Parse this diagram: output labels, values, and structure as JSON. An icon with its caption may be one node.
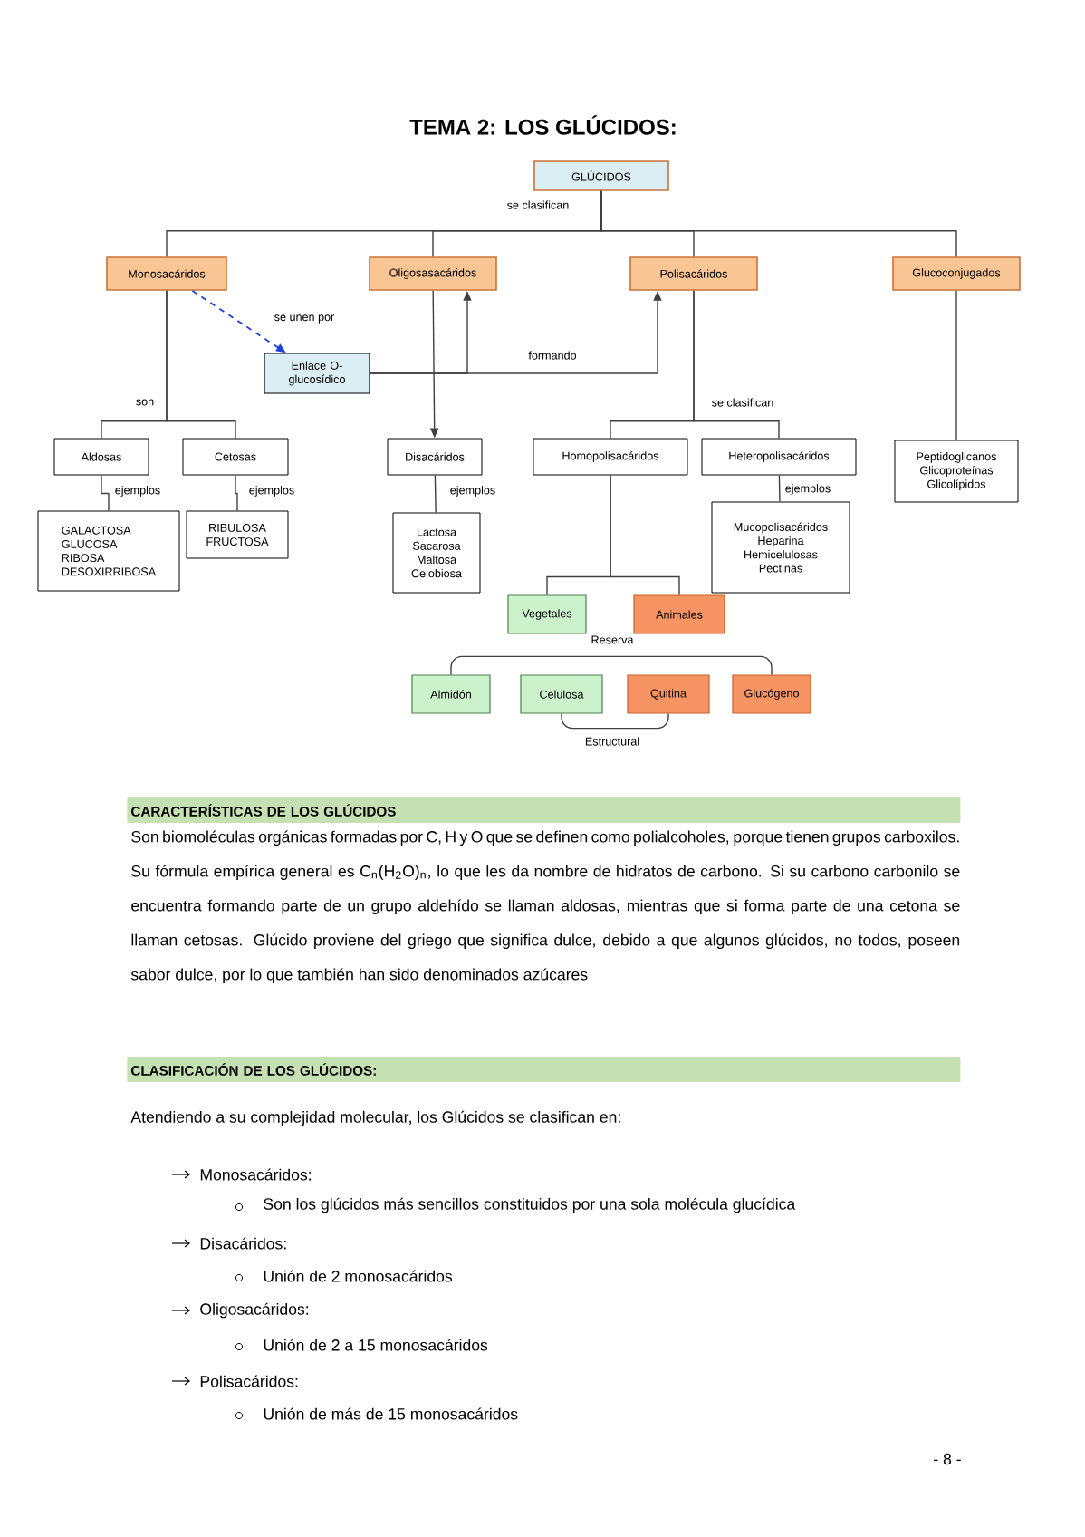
{
  "diagram": {
    "title": "TEMA 2: LOS GLÚCIDOS:",
    "nodes": [
      {
        "text": [
          "GLÚCIDOS"
        ]
      },
      {
        "text": [
          "Monosacáridos"
        ]
      },
      {
        "text": [
          "Oligosasacáridos"
        ]
      },
      {
        "text": [
          "Polisacáridos"
        ]
      },
      {
        "text": [
          "Glucoconjugados"
        ]
      },
      {
        "text": [
          "Enlace O-glucosídico"
        ]
      },
      {
        "text": [
          "Aldosas"
        ]
      },
      {
        "text": [
          "Cetosas"
        ]
      },
      {
        "text": [
          "GALACTOSA",
          "GLUCOSA",
          "RIBOSA",
          "DESOXIRRIBOSA"
        ]
      },
      {
        "text": [
          "RIBULOSA",
          "FRUCTOSA"
        ]
      },
      {
        "text": [
          "Disacáridos"
        ]
      },
      {
        "text": [
          "Lactosa",
          "Sacarosa",
          "Maltosa",
          "Celobiosa"
        ]
      },
      {
        "text": [
          "Homopolisacáridos"
        ]
      },
      {
        "text": [
          "Heteropolisacáridos"
        ]
      },
      {
        "text": [
          "Mucopolisacáridos",
          "Heparina",
          "Hemicelulosas",
          "Pectinas"
        ]
      },
      {
        "text": [
          "Peptidoglicanos",
          "Glicoproteínas",
          "Glicolípidos"
        ]
      },
      {
        "text": [
          "Vegetales"
        ]
      },
      {
        "text": [
          "Animales"
        ]
      },
      {
        "text": [
          "Almidón"
        ]
      },
      {
        "text": [
          "Celulosa"
        ]
      },
      {
        "text": [
          "Quitina"
        ]
      },
      {
        "text": [
          "Glucógeno"
        ]
      }
    ],
    "edges": [
      {
        "from": 0,
        "to": 1,
        "arrow": "none",
        "label": "se clasifican"
      },
      {
        "from": 0,
        "to": 2,
        "arrow": "none"
      },
      {
        "from": 0,
        "to": 3,
        "arrow": "none"
      },
      {
        "from": 0,
        "to": 4,
        "arrow": "none"
      },
      {
        "from": 1,
        "to": 5,
        "arrow": "to",
        "label": "se unen por",
        "style": "dashed",
        "color": "#1f3fe0"
      },
      {
        "from": 5,
        "to": 2,
        "arrow": "to"
      },
      {
        "from": 5,
        "to": 3,
        "arrow": "to",
        "label": "formando"
      },
      {
        "from": 1,
        "to": 6,
        "arrow": "none",
        "label": "son"
      },
      {
        "from": 1,
        "to": 7,
        "arrow": "none"
      },
      {
        "from": 2,
        "to": 10,
        "arrow": "to"
      },
      {
        "from": 3,
        "to": 12,
        "arrow": "none",
        "label": "se clasifican"
      },
      {
        "from": 3,
        "to": 13,
        "arrow": "none"
      },
      {
        "from": 4,
        "to": 15,
        "arrow": "none"
      },
      {
        "from": 6,
        "to": 8,
        "arrow": "none",
        "label": "ejemplos"
      },
      {
        "from": 7,
        "to": 9,
        "arrow": "none",
        "label": "ejemplos"
      },
      {
        "from": 10,
        "to": 11,
        "arrow": "none",
        "label": "ejemplos"
      },
      {
        "from": 13,
        "to": 14,
        "arrow": "none",
        "label": "ejemplos"
      },
      {
        "from": 12,
        "to": 16,
        "arrow": "none"
      },
      {
        "from": 12,
        "to": 17,
        "arrow": "none"
      },
      {
        "from": 18,
        "to": 21,
        "arrow": "none",
        "label": "Reserva"
      },
      {
        "from": 19,
        "to": 20,
        "arrow": "none",
        "label": "Estructural"
      }
    ],
    "labels": [
      "CARACTERÍSTICAS DE LOS GLÚCIDOS",
      "Son biomoléculas orgánicas formadas por C, H y O que se definen como polialcoholes, porque tienen grupos carboxilos. Su fórmula empírica general es C$_{n}$(H$_{2}$O)$_{n}$, lo que les da nombre de hidratos de carbono. Si su carbono carbonilo se encuentra formando parte de un grupo aldehído se llaman aldosas, mientras que si forma parte de una cetona se llaman cetosas. Glúcido proviene del griego que significa dulce, debido a que algunos glúcidos, no todos, poseen sabor dulce, por lo que también han sido denominados azúcares",
      "CLASIFICACIÓN DE LOS GLÚCIDOS:",
      "Atendiendo a su complejidad molecular, los Glúcidos se clasifican en:",
      "Monosacáridos:",
      "Son los glúcidos más sencillos constituidos por una sola molécula glucídica",
      "Disacáridos:",
      "Unión de 2 monosacáridos",
      "Oligosacáridos:",
      "Unión de 2 a 15 monosacáridos",
      "Polisacáridos:",
      "Unión de más de 15 monosacáridos",
      "- 8 -"
    ]
  }
}
